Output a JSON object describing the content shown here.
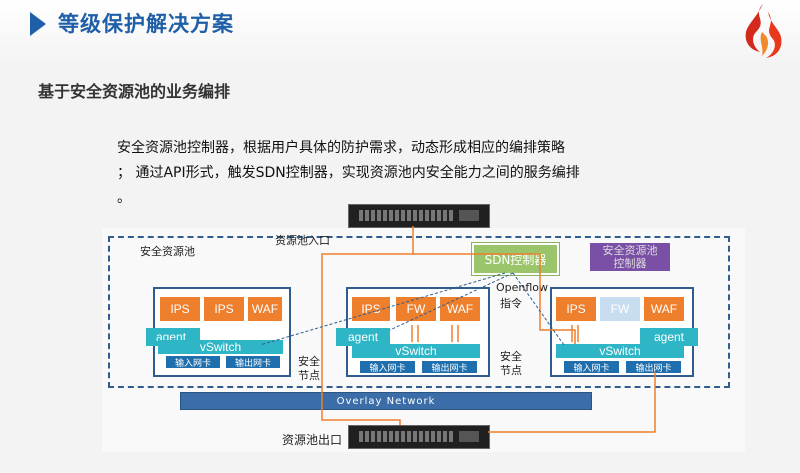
{
  "header": {
    "title": "等级保护解决方案"
  },
  "subtitle": "基于安全资源池的业务编排",
  "description": {
    "line1": "安全资源池控制器，根据用户具体的防护需求，动态形成相应的编排策略",
    "line2": "；  通过API形式，触发SDN控制器，实现资源池内安全能力之间的服务编排",
    "line3": "。"
  },
  "diagram": {
    "pool_label": "安全资源池",
    "entry_label": "资源池入口",
    "exit_label": "资源池出口",
    "sdn_controller": "SDN控制器",
    "pool_controller": "安全资源池控制器",
    "openflow": "Openflow",
    "instruction": "指令",
    "security_node": "安全节点",
    "overlay": "Overlay Network",
    "node1": {
      "b1": "IPS",
      "b2": "IPS",
      "b3": "WAF",
      "agent": "agent",
      "vswitch": "vSwitch",
      "nic_in": "输入网卡",
      "nic_out": "输出网卡"
    },
    "node2": {
      "b1": "IPS",
      "b2": "FW",
      "b3": "WAF",
      "agent": "agent",
      "vswitch": "vSwitch",
      "nic_in": "输入网卡",
      "nic_out": "输出网卡"
    },
    "node3": {
      "b1": "IPS",
      "b2": "FW",
      "b3": "WAF",
      "agent": "agent",
      "vswitch": "vSwitch",
      "nic_in": "输入网卡",
      "nic_out": "输出网卡"
    }
  },
  "colors": {
    "accent": "#1f5fa8",
    "orange": "#ee7f2c",
    "teal": "#2eb5c6",
    "green": "#9ac56a",
    "purple": "#7a4fa6"
  }
}
